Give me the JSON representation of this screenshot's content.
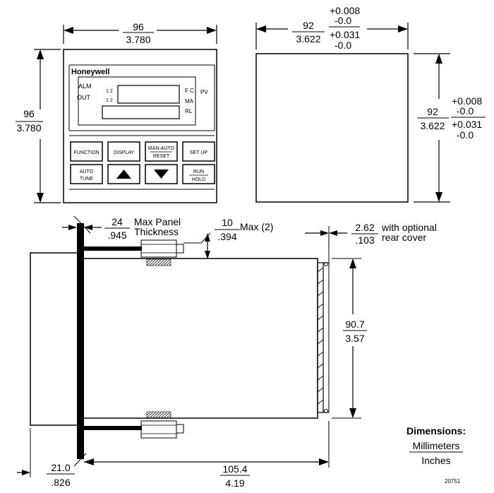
{
  "front_view": {
    "width": {
      "mm": "96",
      "in": "3.780"
    },
    "height": {
      "mm": "96",
      "in": "3.780"
    },
    "brand": "Honeywell",
    "labels": {
      "alm": "ALM",
      "out": "OUT",
      "alm_num": "1 2",
      "out_num": "1 2",
      "fc": "F C",
      "ma": "MA",
      "rl": "RL",
      "pv": "PV"
    },
    "buttons": {
      "function": "FUNCTION",
      "display": "DISPLAY",
      "man_auto": "MAN-AUTO",
      "reset": "RESET",
      "set_up": "SET UP",
      "auto": "AUTO",
      "tune": "TUNE",
      "run": "RUN",
      "hold": "HOLD"
    }
  },
  "panel_cutout": {
    "width": {
      "mm": "92",
      "in": "3.622",
      "tol_mm_plus": "+0.008",
      "tol_mm_minus": "-0.0",
      "tol_in_plus": "+0.031",
      "tol_in_minus": "-0.0"
    },
    "height": {
      "mm": "92",
      "in": "3.622",
      "tol_mm_plus": "+0.008",
      "tol_mm_minus": "-0.0",
      "tol_in_plus": "+0.031",
      "tol_in_minus": "-0.0"
    }
  },
  "side_view": {
    "panel_thickness": {
      "mm": "24",
      "in": ".945",
      "label_line1": "Max Panel",
      "label_line2": "Thickness"
    },
    "clamp": {
      "mm": "10",
      "in": ".394",
      "label": "Max (2)"
    },
    "rear_cover": {
      "mm": "2.62",
      "in": ".103",
      "label_line1": "with optional",
      "label_line2": "rear cover"
    },
    "height": {
      "mm": "90.7",
      "in": "3.57"
    },
    "front_depth": {
      "mm": "21.0",
      "in": ".826"
    },
    "depth": {
      "mm": "105.4",
      "in": "4.19"
    }
  },
  "legend": {
    "title": "Dimensions:",
    "numerator": "Millimeters",
    "denominator": "Inches"
  },
  "drawing_number": "20751"
}
